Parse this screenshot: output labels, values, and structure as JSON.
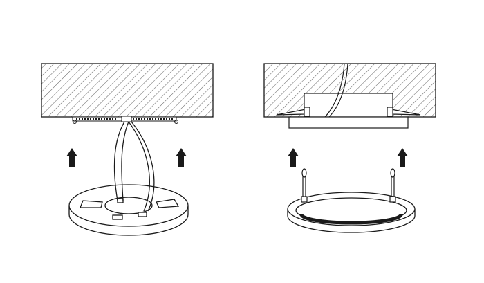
{
  "diagram": {
    "panels": [
      {
        "id": "left",
        "mount": "surface",
        "fixture": "ring-base-with-cable"
      },
      {
        "id": "right",
        "mount": "recessed",
        "fixture": "round-panel-with-spring-clips"
      }
    ],
    "icons": [
      "hatched-ceiling",
      "up-arrow",
      "power-cable",
      "spring-clip"
    ],
    "colors": {
      "stroke": "#1a1a1a",
      "hatch": "#6a6a6a",
      "background": "#ffffff"
    }
  }
}
